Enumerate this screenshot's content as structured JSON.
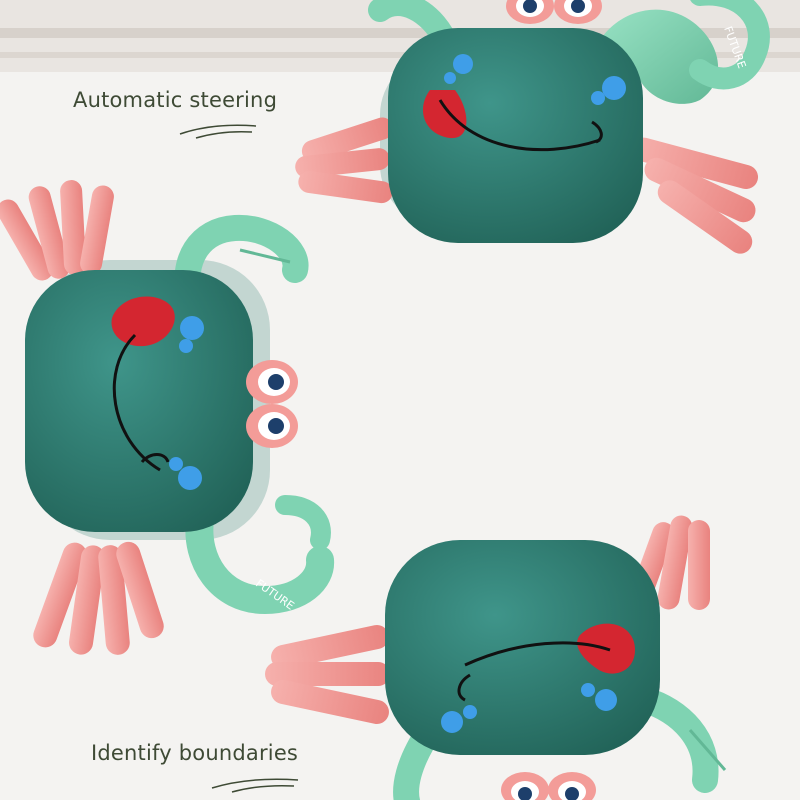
{
  "captions": {
    "top": "Automatic steering",
    "bottom": "Identify boundaries"
  },
  "toy_label": "FUTURE",
  "colors": {
    "background": "#f4f3f1",
    "shell": "#2f7f74",
    "shell_light": "#3f958a",
    "claw": "#7fd3b2",
    "leg": "#f39c98",
    "mouth": "#d42630",
    "cheek": "#3f9ee8",
    "caption": "#3e4a35"
  }
}
